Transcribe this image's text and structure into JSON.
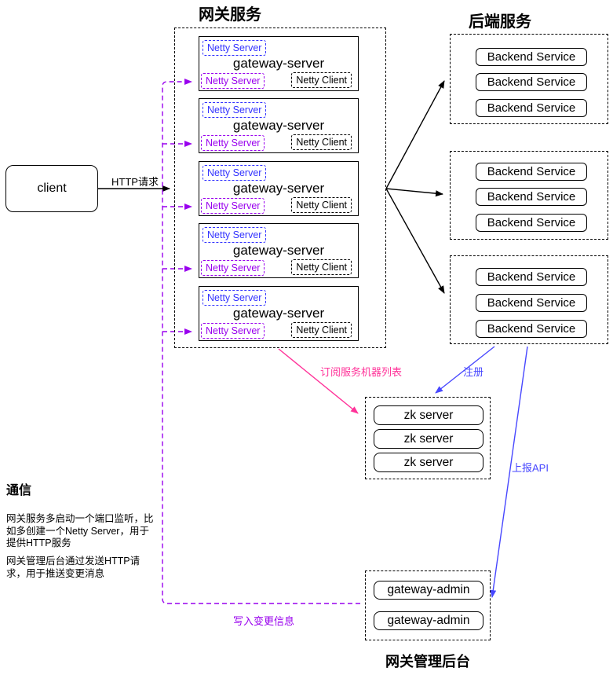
{
  "colors": {
    "blue": "#3333ff",
    "purple": "#9900ee",
    "pink": "#ff3399",
    "black": "#000000"
  },
  "titles": {
    "gateway_section": "网关服务",
    "backend_section": "后端服务",
    "admin_section": "网关管理后台"
  },
  "client": {
    "label": "client"
  },
  "edges": {
    "http": "HTTP请求",
    "subscribe": "订阅服务机器列表",
    "register": "注册",
    "report": "上报API",
    "write": "写入变更信息"
  },
  "gateway": {
    "servers": [
      {
        "title": "gateway-server",
        "netty_server_top": "Netty Server",
        "netty_server_bottom": "Netty Server",
        "netty_client": "Netty Client"
      },
      {
        "title": "gateway-server",
        "netty_server_top": "Netty Server",
        "netty_server_bottom": "Netty Server",
        "netty_client": "Netty Client"
      },
      {
        "title": "gateway-server",
        "netty_server_top": "Netty Server",
        "netty_server_bottom": "Netty Server",
        "netty_client": "Netty Client"
      },
      {
        "title": "gateway-server",
        "netty_server_top": "Netty Server",
        "netty_server_bottom": "Netty Server",
        "netty_client": "Netty Client"
      },
      {
        "title": "gateway-server",
        "netty_server_top": "Netty Server",
        "netty_server_bottom": "Netty Server",
        "netty_client": "Netty Client"
      }
    ]
  },
  "backend": {
    "groups": [
      [
        "Backend Service",
        "Backend Service",
        "Backend Service"
      ],
      [
        "Backend Service",
        "Backend Service",
        "Backend Service"
      ],
      [
        "Backend Service",
        "Backend Service",
        "Backend Service"
      ]
    ]
  },
  "zk": {
    "nodes": [
      "zk server",
      "zk server",
      "zk server"
    ]
  },
  "admin": {
    "nodes": [
      "gateway-admin",
      "gateway-admin"
    ]
  },
  "notes": {
    "heading": "通信",
    "p1": "网关服务多启动一个端口监听，比\n如多创建一个Netty Server，用于\n提供HTTP服务",
    "p2": "网关管理后台通过发送HTTP请\n求，用于推送变更消息"
  }
}
